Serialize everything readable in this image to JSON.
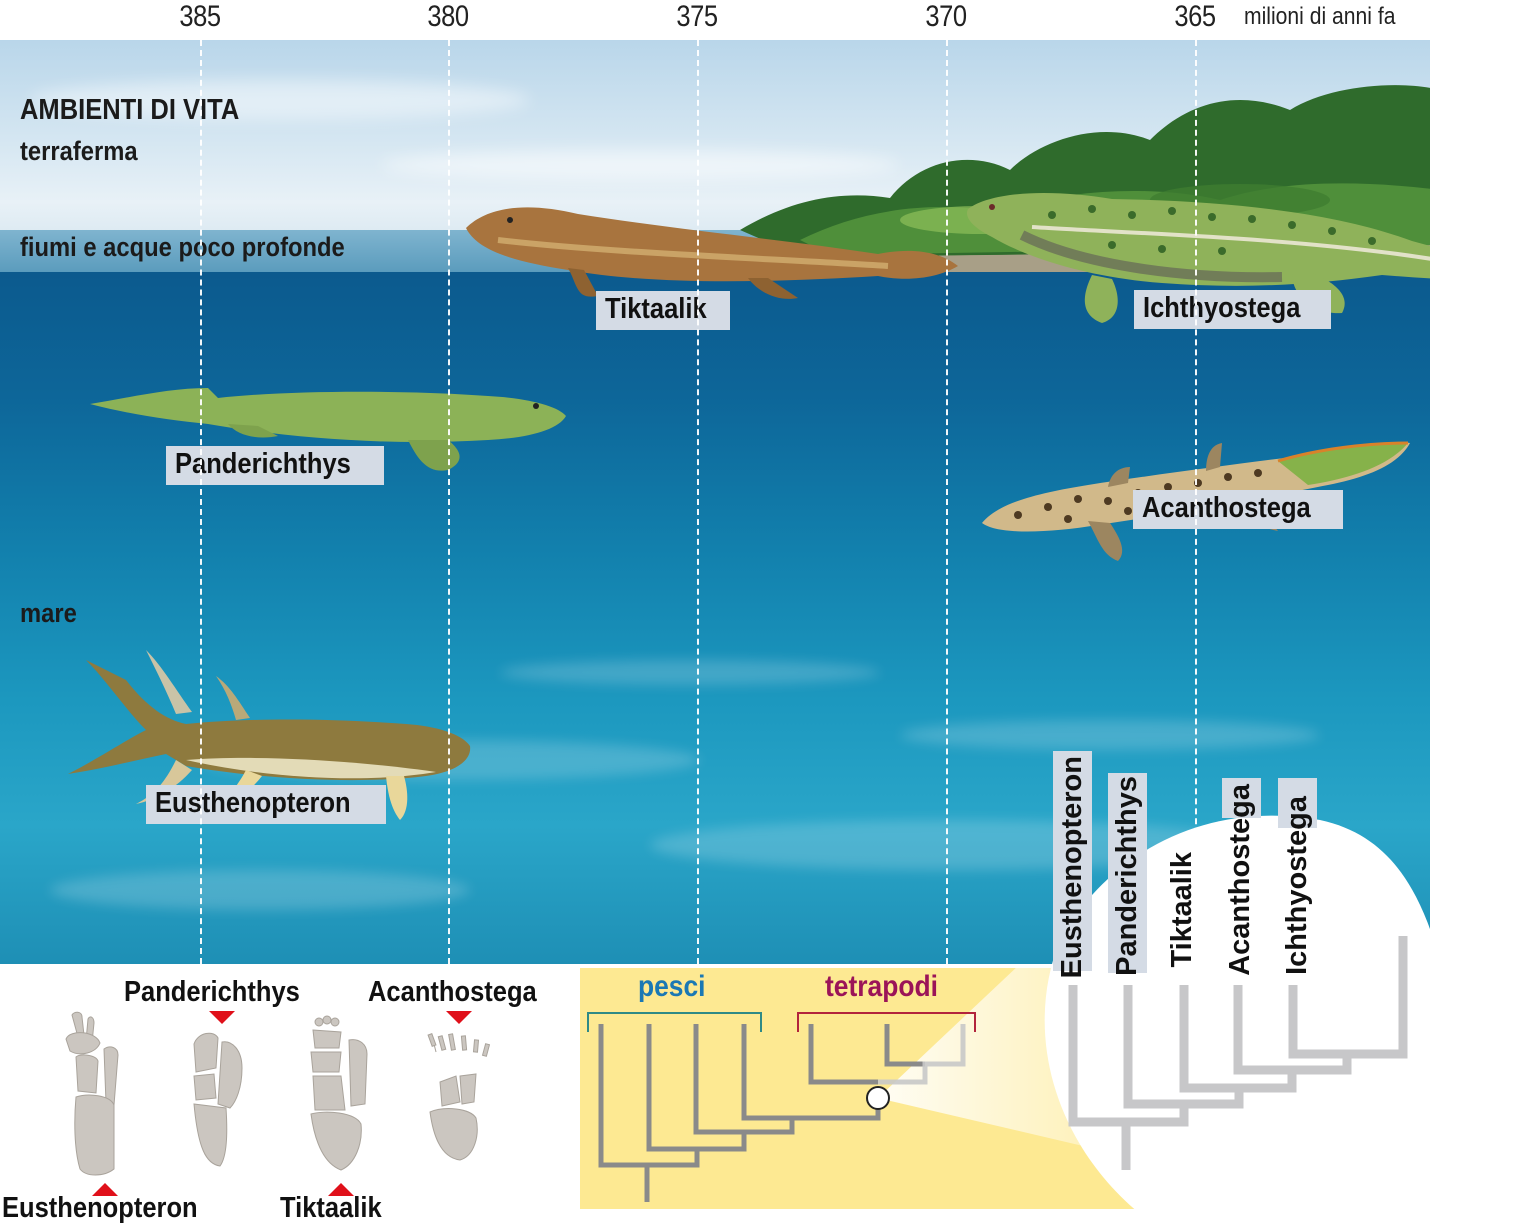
{
  "axis": {
    "ticks": [
      "385",
      "380",
      "375",
      "370",
      "365"
    ],
    "unit": "milioni di anni fa"
  },
  "environments": {
    "title": "AMBIENTI DI VITA",
    "land": "terraferma",
    "shallow": "fiumi e acque poco profonde",
    "sea": "mare"
  },
  "animals": [
    {
      "name": "Tiktaalik",
      "environment": "fiumi e acque poco profonde",
      "age_mya": 375
    },
    {
      "name": "Ichthyostega",
      "environment": "fiumi e acque poco profonde",
      "age_mya": 365
    },
    {
      "name": "Panderichthys",
      "environment": "mare",
      "age_mya": 385
    },
    {
      "name": "Acanthostega",
      "environment": "mare",
      "age_mya": 365
    },
    {
      "name": "Eusthenopteron",
      "environment": "mare",
      "age_mya": 385
    }
  ],
  "limbs": {
    "top_labels": [
      "Panderichthys",
      "Acanthostega"
    ],
    "bottom_labels": [
      "Eusthenopteron",
      "Tiktaalik"
    ]
  },
  "cladogram": {
    "group_fish": "pesci",
    "group_tetrapods": "tetrapodi",
    "taxa": [
      "Eusthenopteron",
      "Panderichthys",
      "Tiktaalik",
      "Acanthostega",
      "Ichthyostega"
    ],
    "colors": {
      "fish": "#1a78b4",
      "tetrapods": "#9b1458",
      "fish_bracket": "#2f8a86",
      "tetrapod_bracket": "#b2243c",
      "highlight": "#fde992",
      "alert": "#e0101a"
    }
  }
}
